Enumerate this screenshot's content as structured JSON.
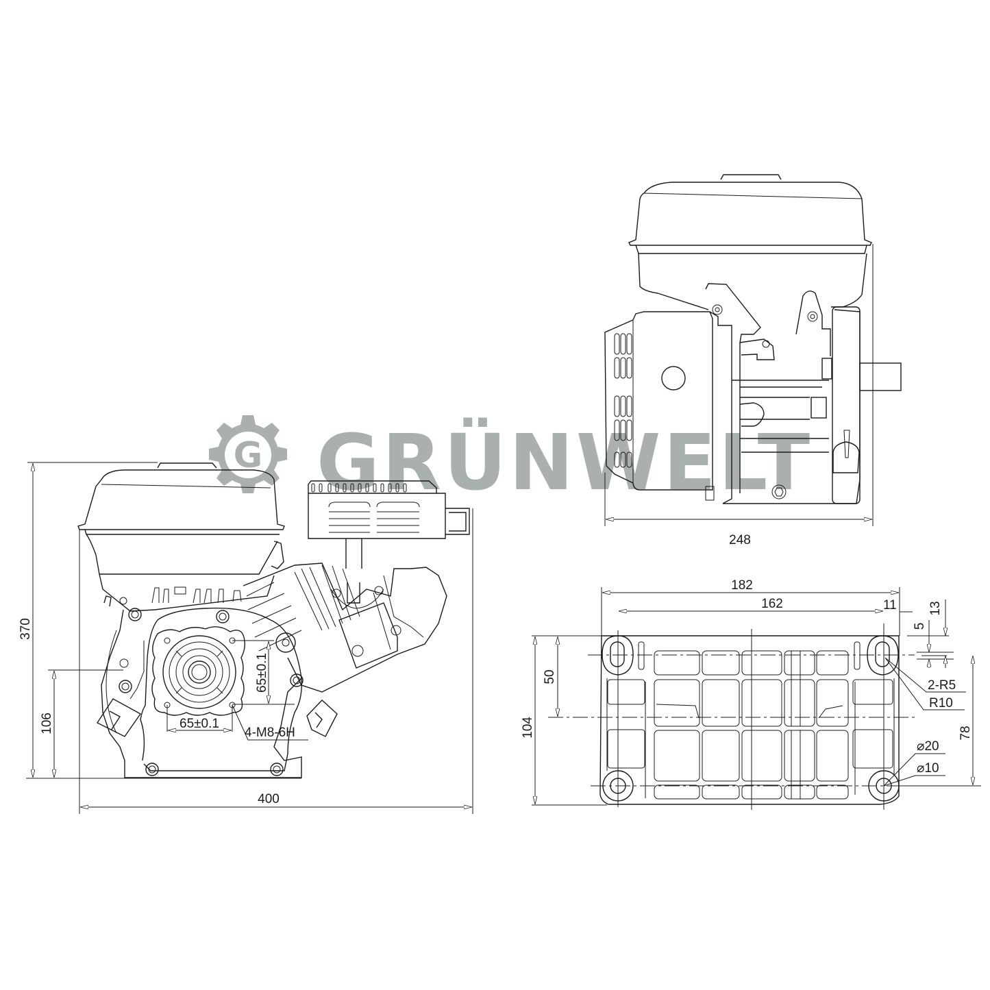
{
  "watermark": {
    "brand": "GRÜNWELT",
    "logo_letter": "G",
    "color": "#a9b0ae"
  },
  "front_view": {
    "dimensions": {
      "overall_height": "370",
      "shaft_height": "106",
      "overall_width": "400",
      "bolt_spacing_horizontal": "65±0.1",
      "bolt_spacing_vertical": "65±0.1",
      "thread_callout": "4-M8-6H"
    }
  },
  "side_view": {
    "dimensions": {
      "overall_depth": "248"
    }
  },
  "base_view": {
    "dimensions": {
      "base_length": "182",
      "hole_spacing_length": "162",
      "hole_edge_offset": "11",
      "slot_offset": "13",
      "slot_width": "5",
      "base_width": "104",
      "half_width": "50",
      "hole_spacing_width": "78",
      "slot_radius": "2-R5",
      "boss_radius": "R10",
      "boss_diameter": "⌀20",
      "hole_diameter": "⌀10"
    }
  },
  "colors": {
    "line": "#1a1a1a",
    "background": "#ffffff"
  }
}
